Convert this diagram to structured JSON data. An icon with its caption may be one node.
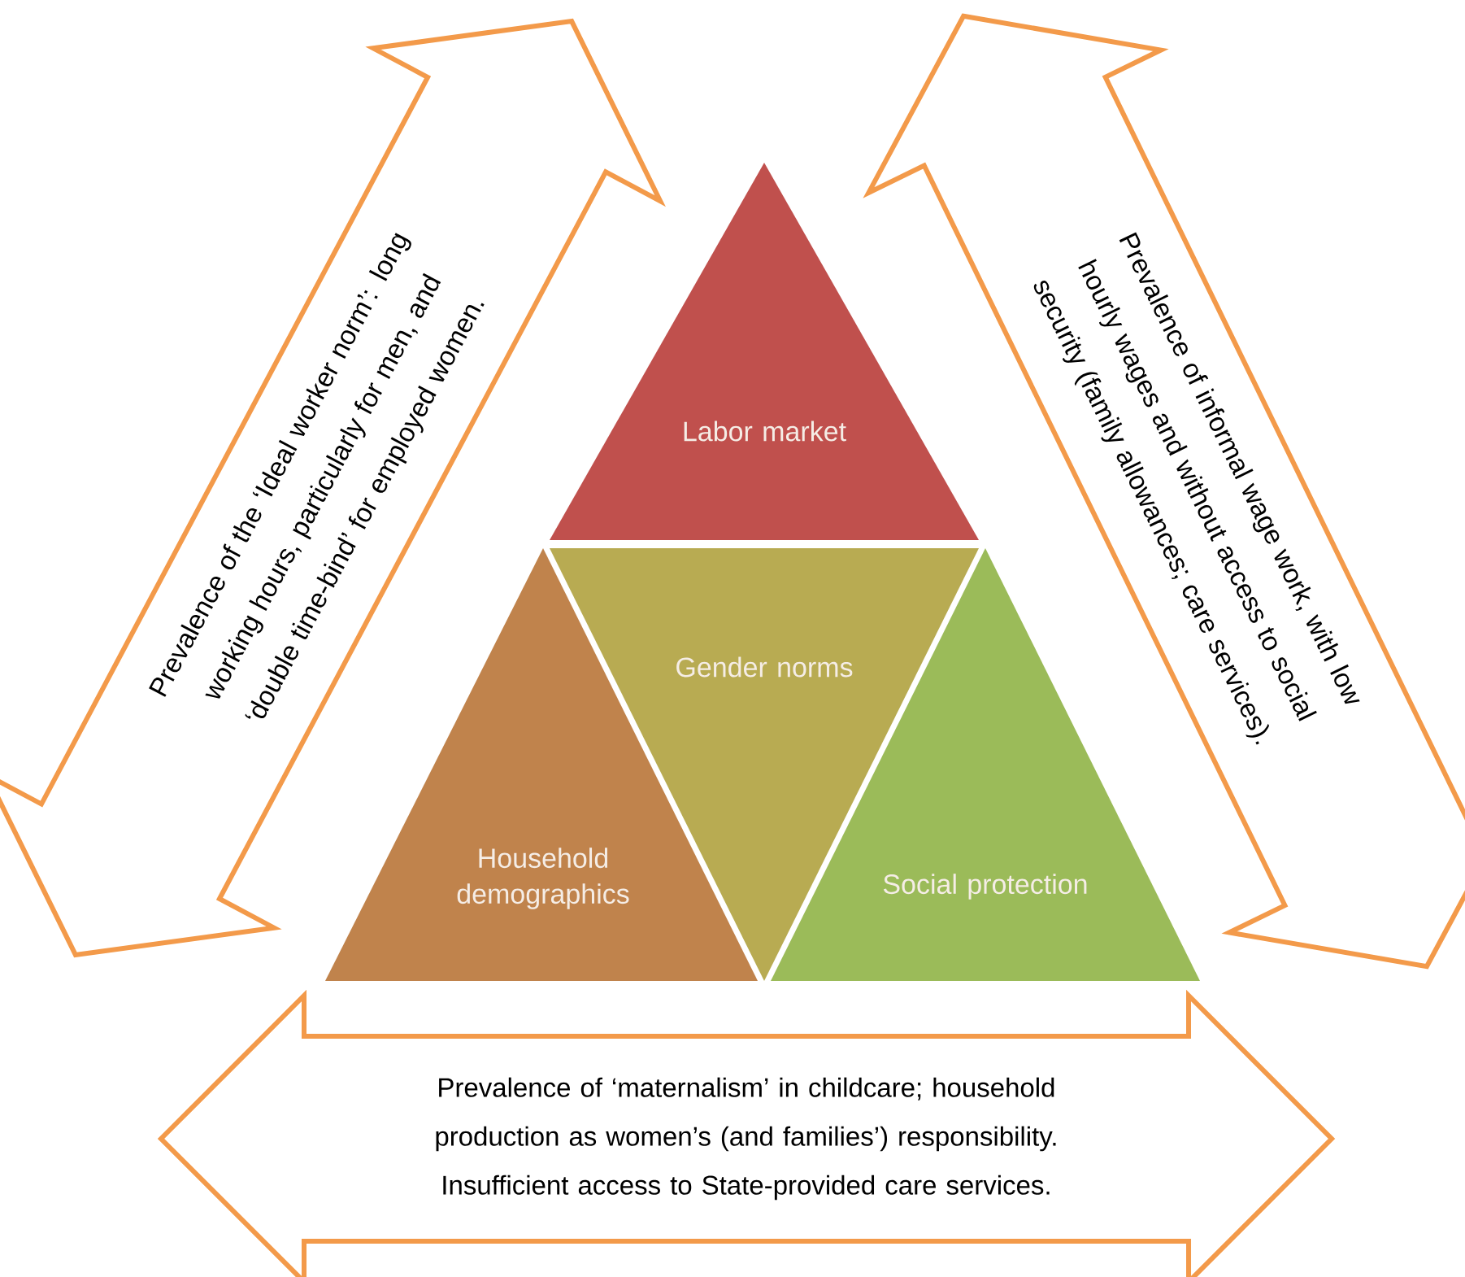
{
  "diagram": {
    "nodes": [
      {
        "text": [
          "Prevalence of the ‘Ideal worker norm’: long working hours, particularly for men, and ‘double time-bind’ for employed women."
        ]
      },
      {
        "text": [
          "Labor market"
        ]
      },
      {
        "text": [
          "Prevalence of informal wage work, with low hourly wages and without access to social security (family allowances; care services)."
        ]
      },
      {
        "text": [
          "Household demographics"
        ]
      },
      {
        "text": [
          "Gender norms"
        ]
      },
      {
        "text": [
          "Social protection"
        ]
      },
      {
        "text": [
          "Prevalence of ‘maternalism’ in childcare; household production as women’s (and families’) responsibility. Insufficient access to State-provided care services."
        ]
      }
    ]
  }
}
